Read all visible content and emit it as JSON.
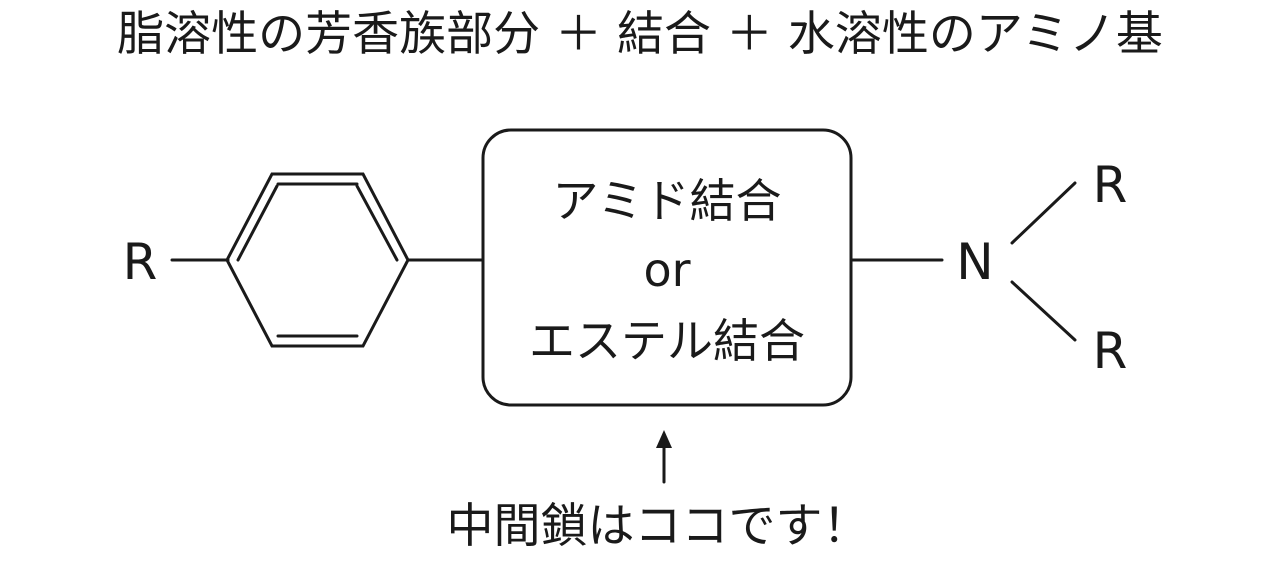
{
  "header": {
    "title": "脂溶性の芳香族部分 ＋ 結合 ＋ 水溶性のアミノ基"
  },
  "structure": {
    "r_left": "R",
    "box_line1": "アミド結合",
    "box_line2": "or",
    "box_line3": "エステル結合",
    "nitrogen": "N",
    "r_top": "R",
    "r_bottom": "R"
  },
  "annotation": {
    "text": "中間鎖はココです！"
  }
}
